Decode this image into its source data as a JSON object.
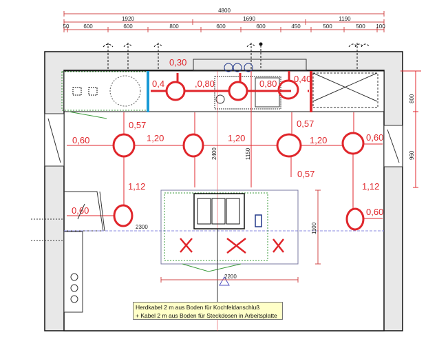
{
  "dimensions": {
    "total": "4800",
    "groups": [
      "1920",
      "1690",
      "1190"
    ],
    "segments": [
      "50",
      "600",
      "600",
      "800",
      "600",
      "600",
      "450",
      "500",
      "500",
      "100"
    ],
    "right": [
      "800",
      "960"
    ],
    "vertical_center": [
      "2400",
      "1150"
    ],
    "horizontal_floor": "2300",
    "island_depth": "1100",
    "island_width": "2200"
  },
  "distances": {
    "counter": [
      "0,30",
      "0,4",
      ",0,80",
      "0,80",
      "0,40"
    ],
    "row_top": [
      "0,57",
      "0,57"
    ],
    "row_mid": [
      "0,60",
      "1,20",
      "1,20",
      "1,20",
      "0,60"
    ],
    "row_low": [
      "0,57",
      "1,12",
      "1,12"
    ],
    "row_bottom": [
      "0,60",
      "0,60"
    ]
  },
  "note": {
    "line1": "Herdkabel 2 m aus Boden für Kochfeldanschluß",
    "line2": "+ Kabel 2 m aus Boden für Steckdosen in Arbeitsplatte"
  },
  "colors": {
    "annotation": "#e0262b",
    "wall": "#e8e8e8",
    "partition": "#1a9ad6",
    "dimension": "#d04848",
    "island": "#7a7aa0",
    "cabinet": "#3a9a3a"
  }
}
